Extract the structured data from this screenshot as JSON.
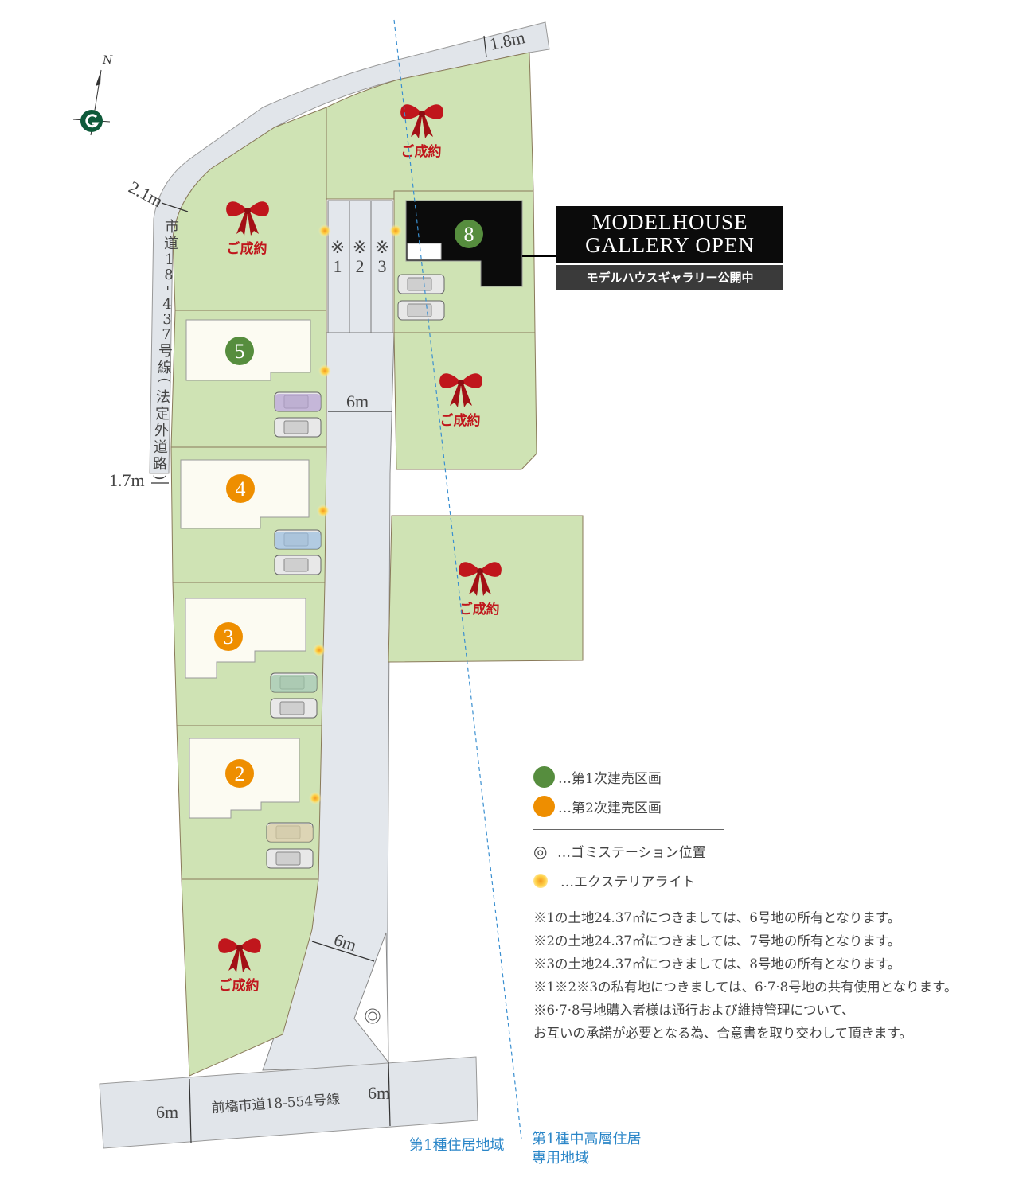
{
  "compass": {
    "north_label": "N"
  },
  "dimensions": {
    "top_road_width": "1.8m",
    "left_road_top_width": "2.1m",
    "left_road_width": "1.7m",
    "access_road_width": "6m",
    "access_road_lower_width": "6m",
    "bottom_road_width_left": "6m",
    "bottom_road_width_right": "6m"
  },
  "roads": {
    "left_road_name": "市道18-437号線(法定外道路)",
    "left_road_chars": [
      "市",
      "道",
      "1",
      "8",
      "-",
      "4",
      "3",
      "7",
      "号",
      "線",
      "(",
      "法",
      "定",
      "外",
      "道",
      "路",
      ")"
    ],
    "bottom_road_name": "前橋市道18-554号線"
  },
  "shared_lots": [
    {
      "mark": "※",
      "num": "1"
    },
    {
      "mark": "※",
      "num": "2"
    },
    {
      "mark": "※",
      "num": "3"
    }
  ],
  "sold_label": "ご成約",
  "lots": [
    {
      "number": "8",
      "phase": 1
    },
    {
      "number": "5",
      "phase": 1
    },
    {
      "number": "4",
      "phase": 2
    },
    {
      "number": "3",
      "phase": 2
    },
    {
      "number": "2",
      "phase": 2
    }
  ],
  "modelhouse": {
    "title_line1": "MODELHOUSE",
    "title_line2": "GALLERY OPEN",
    "subtitle": "モデルハウスギャラリー公開中"
  },
  "legend": {
    "phase1": "…第1次建売区画",
    "phase2": "…第2次建売区画",
    "garbage": "…ゴミステーション位置",
    "garbage_symbol": "◎",
    "light": "…エクステリアライト"
  },
  "notes": [
    "※1の土地24.37㎡につきましては、6号地の所有となります。",
    "※2の土地24.37㎡につきましては、7号地の所有となります。",
    "※3の土地24.37㎡につきましては、8号地の所有となります。",
    "※1※2※3の私有地につきましては、6·7·8号地の共有使用となります。",
    "※6·7·8号地購入者様は通行および維持管理について、",
    "お互いの承諾が必要となる為、合意書を取り交わして頂きます。"
  ],
  "zones": {
    "left": "第1種住居地域",
    "right_line1": "第1種中高層住居",
    "right_line2": "専用地域"
  },
  "colors": {
    "phase1": "#568d3e",
    "phase2": "#ee8e00",
    "lot_green": "#cfe3b4",
    "road": "#e1e5ea",
    "sold_red": "#c0161c",
    "zone_blue": "#2a86c8"
  }
}
